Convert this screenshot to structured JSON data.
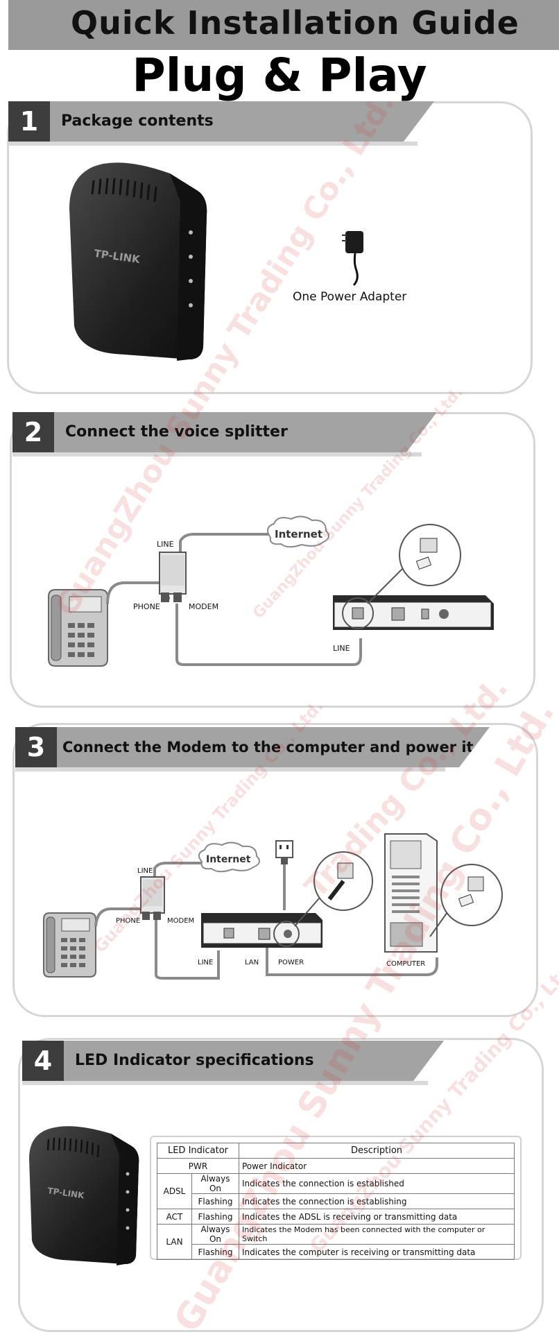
{
  "header": {
    "banner_title": "Quick Installation Guide",
    "subtitle": "Plug & Play"
  },
  "steps": [
    {
      "number": "1",
      "title": "Package contents"
    },
    {
      "number": "2",
      "title": "Connect the voice splitter"
    },
    {
      "number": "3",
      "title": "Connect the Modem to the computer and power it on."
    },
    {
      "number": "4",
      "title": "LED Indicator specifications"
    }
  ],
  "package": {
    "brand": "TP-LINK",
    "adapter_caption": "One Power Adapter"
  },
  "diagram2": {
    "internet": "Internet",
    "line_top": "LINE",
    "phone": "PHONE",
    "modem": "MODEM",
    "line_bottom": "LINE"
  },
  "diagram3": {
    "internet": "Internet",
    "line_top": "LINE",
    "phone": "PHONE",
    "modem": "MODEM",
    "line_bottom": "LINE",
    "lan": "LAN",
    "power": "POWER",
    "computer": "COMPUTER"
  },
  "led_table": {
    "header_indicator": "LED Indicator",
    "header_description": "Description",
    "pwr": {
      "name": "PWR",
      "desc": "Power Indicator"
    },
    "adsl": {
      "name": "ADSL",
      "rows": [
        {
          "state": "Always On",
          "desc": "Indicates the connection is established"
        },
        {
          "state": "Flashing",
          "desc": "Indicates the connection is establishing"
        }
      ]
    },
    "act": {
      "name": "ACT",
      "state": "Flashing",
      "desc": "Indicates the ADSL is receiving or transmitting data"
    },
    "lan": {
      "name": "LAN",
      "rows": [
        {
          "state": "Always On",
          "desc": "Indicates the Modem has been connected with the computer or Switch"
        },
        {
          "state": "Flashing",
          "desc": "Indicates the computer is receiving or transmitting data"
        }
      ]
    }
  },
  "watermarks": {
    "main": "GuangZhou Sunny Trading Co., Ltd.",
    "short": "Trading Co., Ltd."
  }
}
